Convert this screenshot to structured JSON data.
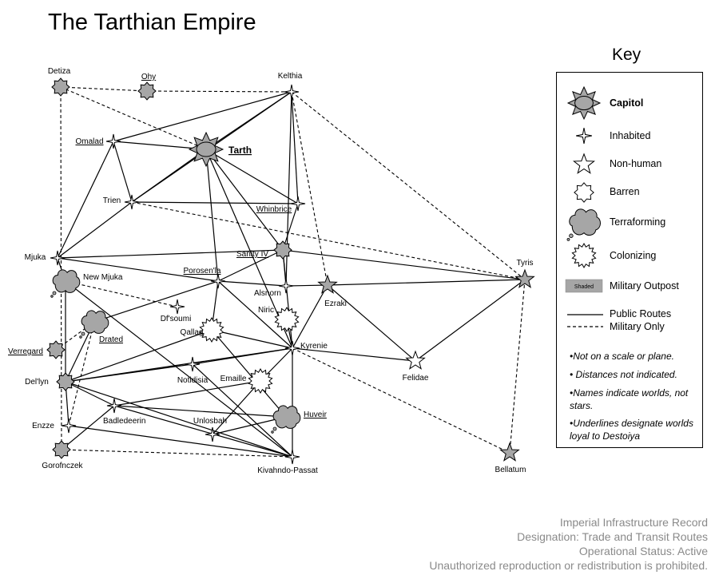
{
  "title": "The Tarthian Empire",
  "key": {
    "heading": "Key",
    "items": {
      "capitol": "Capitol",
      "inhabited": "Inhabited",
      "nonhuman": "Non-human",
      "barren": "Barren",
      "terraforming": "Terraforming",
      "colonizing": "Colonizing",
      "shaded_chip": "Shaded",
      "military_outpost": "Military Outpost",
      "public_routes": "Public Routes",
      "military_only": "Military Only"
    },
    "notes": [
      "•Not on a scale or plane.",
      "• Distances not indicated.",
      "•Names indicate worlds, not stars.",
      "•Underlines designate worlds loyal to Destoiya"
    ]
  },
  "footer": [
    "Imperial Infrastructure Record",
    "Designation: Trade and Transit Routes",
    "Operational Status: Active",
    "Unauthorized reproduction or redistribution is prohibited."
  ],
  "colors": {
    "outpost_fill": "#a6a6a6",
    "line": "#000000",
    "footer_text": "#8a8a8a"
  },
  "worlds": {
    "deiza": {
      "name": "Detiza",
      "type": "barren",
      "outpost": true,
      "loyal": false
    },
    "ohy": {
      "name": "Ohy",
      "type": "barren",
      "outpost": true,
      "loyal": true
    },
    "kelthia": {
      "name": "Kelthia",
      "type": "inhabited",
      "outpost": false,
      "loyal": false
    },
    "omalad": {
      "name": "Omalad",
      "type": "inhabited",
      "outpost": false,
      "loyal": true
    },
    "tarth": {
      "name": "Tarth",
      "type": "capitol",
      "outpost": true,
      "loyal": true
    },
    "trien": {
      "name": "Trien",
      "type": "inhabited",
      "outpost": false,
      "loyal": false
    },
    "whinbrice": {
      "name": "Whinbrice",
      "type": "inhabited",
      "outpost": false,
      "loyal": true
    },
    "sanity": {
      "name": "Sanity IV",
      "type": "barren",
      "outpost": true,
      "loyal": true
    },
    "mjuka": {
      "name": "Mjuka",
      "type": "inhabited",
      "outpost": false,
      "loyal": false
    },
    "newmjuka": {
      "name": "New Mjuka",
      "type": "terraforming",
      "outpost": true,
      "loyal": false
    },
    "porosen": {
      "name": "Porosen'la",
      "type": "inhabited",
      "outpost": false,
      "loyal": true
    },
    "alsnorn": {
      "name": "Alsnorn",
      "type": "inhabited",
      "outpost": false,
      "loyal": false
    },
    "ezraki": {
      "name": "Ezraki",
      "type": "nonhuman",
      "outpost": true,
      "loyal": false
    },
    "tyris": {
      "name": "Tyris",
      "type": "nonhuman",
      "outpost": true,
      "loyal": false
    },
    "niric": {
      "name": "Niric",
      "type": "colonizing",
      "outpost": false,
      "loyal": false
    },
    "dfsoumi": {
      "name": "Df'soumi",
      "type": "inhabited",
      "outpost": false,
      "loyal": false
    },
    "drated": {
      "name": "Drated",
      "type": "terraforming",
      "outpost": true,
      "loyal": true
    },
    "qallag": {
      "name": "Qallag",
      "type": "colonizing",
      "outpost": false,
      "loyal": false
    },
    "kyrenie": {
      "name": "Kyrenie",
      "type": "inhabited",
      "outpost": false,
      "loyal": false
    },
    "verregard": {
      "name": "Verregard",
      "type": "barren",
      "outpost": true,
      "loyal": true
    },
    "delyn": {
      "name": "Del'lyn",
      "type": "barren",
      "outpost": true,
      "loyal": false
    },
    "notidisia": {
      "name": "Notidisia",
      "type": "inhabited",
      "outpost": false,
      "loyal": false
    },
    "emaille": {
      "name": "Emaille",
      "type": "colonizing",
      "outpost": false,
      "loyal": false
    },
    "felidae": {
      "name": "Felidae",
      "type": "nonhuman",
      "outpost": false,
      "loyal": false
    },
    "enzze": {
      "name": "Enzze",
      "type": "inhabited",
      "outpost": false,
      "loyal": false
    },
    "badledeerin": {
      "name": "Badledeerin",
      "type": "inhabited",
      "outpost": false,
      "loyal": false
    },
    "unlosbah": {
      "name": "Unlosbah",
      "type": "inhabited",
      "outpost": false,
      "loyal": false
    },
    "huveir": {
      "name": "Huveir",
      "type": "terraforming",
      "outpost": true,
      "loyal": true
    },
    "gorofnczek": {
      "name": "Gorofnczek",
      "type": "barren",
      "outpost": true,
      "loyal": false
    },
    "kivahndo": {
      "name": "Kivahndo-Passat",
      "type": "inhabited",
      "outpost": false,
      "loyal": false
    },
    "bellatum": {
      "name": "Bellatum",
      "type": "nonhuman",
      "outpost": true,
      "loyal": false
    }
  },
  "routes_public": [
    [
      "omalad",
      "tarth"
    ],
    [
      "tarth",
      "kelthia"
    ],
    [
      "omalad",
      "kelthia"
    ],
    [
      "omalad",
      "trien"
    ],
    [
      "omalad",
      "mjuka"
    ],
    [
      "trien",
      "kelthia"
    ],
    [
      "trien",
      "tarth"
    ],
    [
      "trien",
      "whinbrice"
    ],
    [
      "trien",
      "mjuka"
    ],
    [
      "kelthia",
      "whinbrice"
    ],
    [
      "kelthia",
      "alsnorn"
    ],
    [
      "tarth",
      "whinbrice"
    ],
    [
      "tarth",
      "sanity"
    ],
    [
      "tarth",
      "porosen"
    ],
    [
      "tarth",
      "kyrenie"
    ],
    [
      "whinbrice",
      "sanity"
    ],
    [
      "mjuka",
      "sanity"
    ],
    [
      "mjuka",
      "porosen"
    ],
    [
      "mjuka",
      "newmjuka"
    ],
    [
      "sanity",
      "porosen"
    ],
    [
      "sanity",
      "alsnorn"
    ],
    [
      "sanity",
      "tyris"
    ],
    [
      "sanity",
      "kyrenie"
    ],
    [
      "porosen",
      "alsnorn"
    ],
    [
      "porosen",
      "qallag"
    ],
    [
      "porosen",
      "kyrenie"
    ],
    [
      "porosen",
      "drated"
    ],
    [
      "alsnorn",
      "ezraki"
    ],
    [
      "ezraki",
      "tyris"
    ],
    [
      "ezraki",
      "felidae"
    ],
    [
      "ezraki",
      "kyrenie"
    ],
    [
      "tyris",
      "felidae"
    ],
    [
      "newmjuka",
      "delyn"
    ],
    [
      "newmjuka",
      "kivahndo"
    ],
    [
      "drated",
      "delyn"
    ],
    [
      "delyn",
      "kyrenie"
    ],
    [
      "delyn",
      "enzze"
    ],
    [
      "delyn",
      "badledeerin"
    ],
    [
      "delyn",
      "kivahndo"
    ],
    [
      "delyn",
      "notidisia"
    ],
    [
      "delyn",
      "qallag"
    ],
    [
      "qallag",
      "kyrenie"
    ],
    [
      "qallag",
      "huveir"
    ],
    [
      "notidisia",
      "kyrenie"
    ],
    [
      "notidisia",
      "kivahndo"
    ],
    [
      "emaille",
      "kyrenie"
    ],
    [
      "emaille",
      "unlosbah"
    ],
    [
      "badledeerin",
      "emaille"
    ],
    [
      "badledeerin",
      "kivahndo"
    ],
    [
      "badledeerin",
      "huveir"
    ],
    [
      "badledeerin",
      "gorofnczek"
    ],
    [
      "unlosbah",
      "huveir"
    ],
    [
      "kyrenie",
      "kivahndo"
    ],
    [
      "kyrenie",
      "felidae"
    ],
    [
      "kyrenie",
      "niric"
    ],
    [
      "enzze",
      "kivahndo"
    ]
  ],
  "routes_military": [
    [
      "deiza",
      "ohy"
    ],
    [
      "ohy",
      "kelthia"
    ],
    [
      "deiza",
      "tarth"
    ],
    [
      "deiza",
      "gorofnczek"
    ],
    [
      "gorofnczek",
      "kivahndo"
    ],
    [
      "kelthia",
      "tyris"
    ],
    [
      "kelthia",
      "ezraki"
    ],
    [
      "trien",
      "tyris"
    ],
    [
      "newmjuka",
      "dfsoumi"
    ],
    [
      "tyris",
      "bellatum"
    ],
    [
      "kyrenie",
      "bellatum"
    ],
    [
      "verregard",
      "drated"
    ],
    [
      "enzze",
      "drated"
    ]
  ]
}
